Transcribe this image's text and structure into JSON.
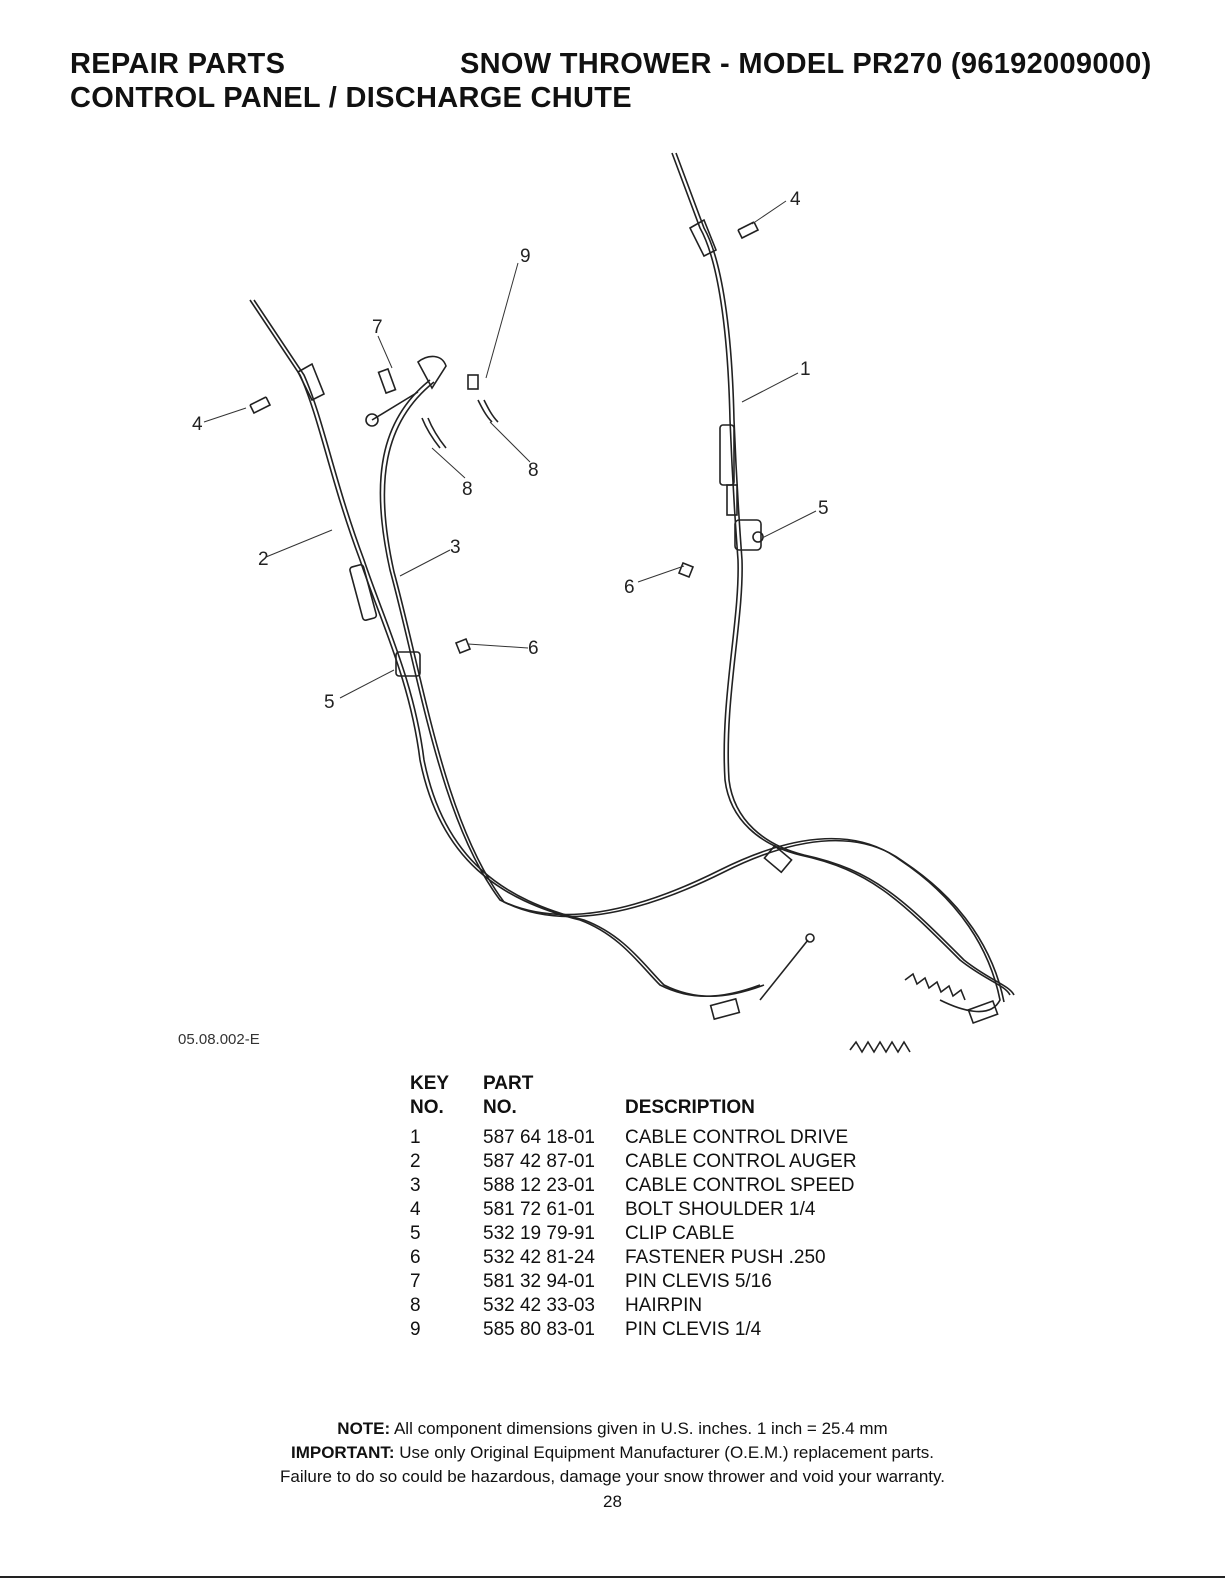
{
  "header": {
    "left_title": "REPAIR PARTS",
    "right_title": "SNOW THROWER - MODEL  PR270  (96192009000)",
    "subtitle": "CONTROL PANEL / DISCHARGE CHUTE"
  },
  "figure": {
    "figure_number": "05.08.002-E",
    "callouts": [
      "4",
      "7",
      "9",
      "4",
      "1",
      "8",
      "8",
      "2",
      "3",
      "5",
      "6",
      "6",
      "5"
    ]
  },
  "parts_list": {
    "headers": {
      "key_line1": "KEY",
      "key_line2": "NO.",
      "part_line1": "PART",
      "part_line2": "NO.",
      "description": "DESCRIPTION"
    },
    "rows": [
      {
        "key": "1",
        "part": "587 64 18-01",
        "desc": "CABLE CONTROL DRIVE"
      },
      {
        "key": "2",
        "part": "587 42 87-01",
        "desc": "CABLE CONTROL AUGER"
      },
      {
        "key": "3",
        "part": "588 12 23-01",
        "desc": "CABLE CONTROL SPEED"
      },
      {
        "key": "4",
        "part": "581 72 61-01",
        "desc": "BOLT SHOULDER 1/4"
      },
      {
        "key": "5",
        "part": "532 19 79-91",
        "desc": "CLIP CABLE"
      },
      {
        "key": "6",
        "part": "532 42 81-24",
        "desc": "FASTENER PUSH .250"
      },
      {
        "key": "7",
        "part": "581 32 94-01",
        "desc": "PIN CLEVIS 5/16"
      },
      {
        "key": "8",
        "part": "532 42 33-03",
        "desc": "HAIRPIN"
      },
      {
        "key": "9",
        "part": "585 80 83-01",
        "desc": "PIN CLEVIS 1/4"
      }
    ]
  },
  "notes": {
    "note_label": "NOTE:",
    "note_text": " All component dimensions given in U.S. inches.    1 inch = 25.4 mm",
    "important_label": "IMPORTANT:",
    "important_text": " Use only Original Equipment Manufacturer (O.E.M.) replacement parts.",
    "warning_text": "Failure to do so could be hazardous, damage your snow thrower and void your warranty."
  },
  "page_number": "28"
}
